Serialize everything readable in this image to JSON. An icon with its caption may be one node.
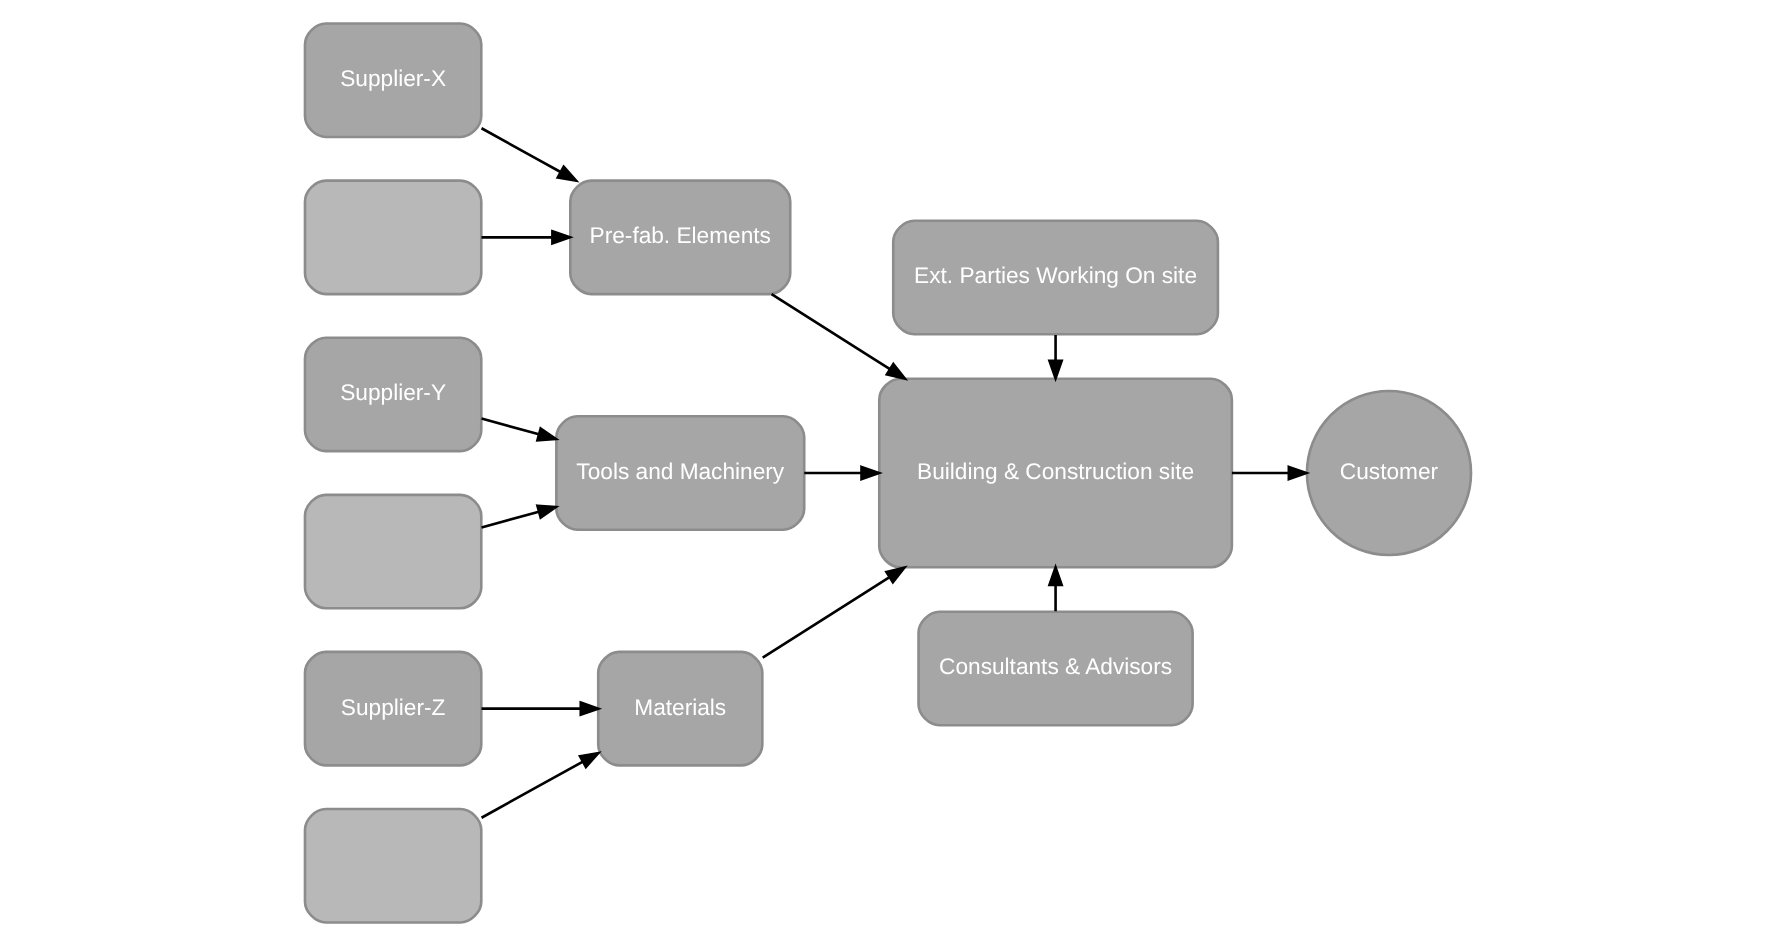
{
  "diagram": {
    "nodes": [
      {
        "text": [
          "Supplier-X"
        ]
      },
      {
        "text": [],
        "shape": "box"
      },
      {
        "text": [
          "Pre-fab. Elements"
        ]
      },
      {
        "text": [
          "Supplier-Y"
        ]
      },
      {
        "text": [],
        "shape": "box"
      },
      {
        "text": [
          "Tools and Machinery"
        ]
      },
      {
        "text": [
          "Supplier-Z"
        ]
      },
      {
        "text": [],
        "shape": "box"
      },
      {
        "text": [
          "Materials"
        ]
      },
      {
        "text": [
          "Ext. Parties Working On site"
        ]
      },
      {
        "text": [
          "Building & Construction site"
        ]
      },
      {
        "text": [
          "Consultants & Advisors"
        ]
      },
      {
        "text": [
          "Customer"
        ]
      }
    ],
    "edges": [
      {
        "from": 0,
        "to": 2,
        "arrow": "to"
      },
      {
        "from": 1,
        "to": 2,
        "arrow": "to"
      },
      {
        "from": 3,
        "to": 5,
        "arrow": "to"
      },
      {
        "from": 4,
        "to": 5,
        "arrow": "to"
      },
      {
        "from": 6,
        "to": 8,
        "arrow": "to"
      },
      {
        "from": 7,
        "to": 8,
        "arrow": "to"
      },
      {
        "from": 2,
        "to": 10,
        "arrow": "to"
      },
      {
        "from": 5,
        "to": 10,
        "arrow": "to"
      },
      {
        "from": 8,
        "to": 10,
        "arrow": "to"
      },
      {
        "from": 9,
        "to": 10,
        "arrow": "to"
      },
      {
        "from": 11,
        "to": 10,
        "arrow": "to"
      },
      {
        "from": 10,
        "to": 12,
        "arrow": "to"
      }
    ]
  }
}
